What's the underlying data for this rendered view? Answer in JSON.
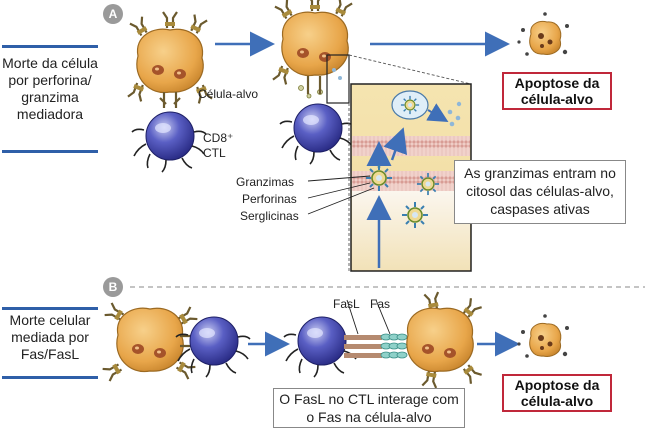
{
  "panel_a": {
    "badge": "A",
    "side_label": "Morte da célula por perforina/ granzima mediadora",
    "target_cell_label": "Célula-alvo",
    "ctl_label_line1": "CD8⁺",
    "ctl_label_line2": "CTL",
    "apoptosis_label": "Apoptose da célula-alvo",
    "granule_labels": [
      "Granzimas",
      "Perforinas",
      "Serglicinas"
    ],
    "granzyme_note": "As granzimas entram no citosol das células-alvo, caspases ativas"
  },
  "panel_b": {
    "badge": "B",
    "side_label": "Morte celular mediada por Fas/FasL",
    "fasl_label": "FasL",
    "fas_label": "Fas",
    "interaction_note": "O FasL no CTL interage com o Fas na célula-alvo",
    "apoptosis_label": "Apoptose da célula-alvo"
  },
  "colors": {
    "target_cell": "#e8a64a",
    "ctl_cell": "#3b3fa8",
    "arrow": "#3f6fb8",
    "red_border": "#c0283a",
    "cytoplasm": "#f2dfa7",
    "membrane": "#e7c6bf"
  }
}
